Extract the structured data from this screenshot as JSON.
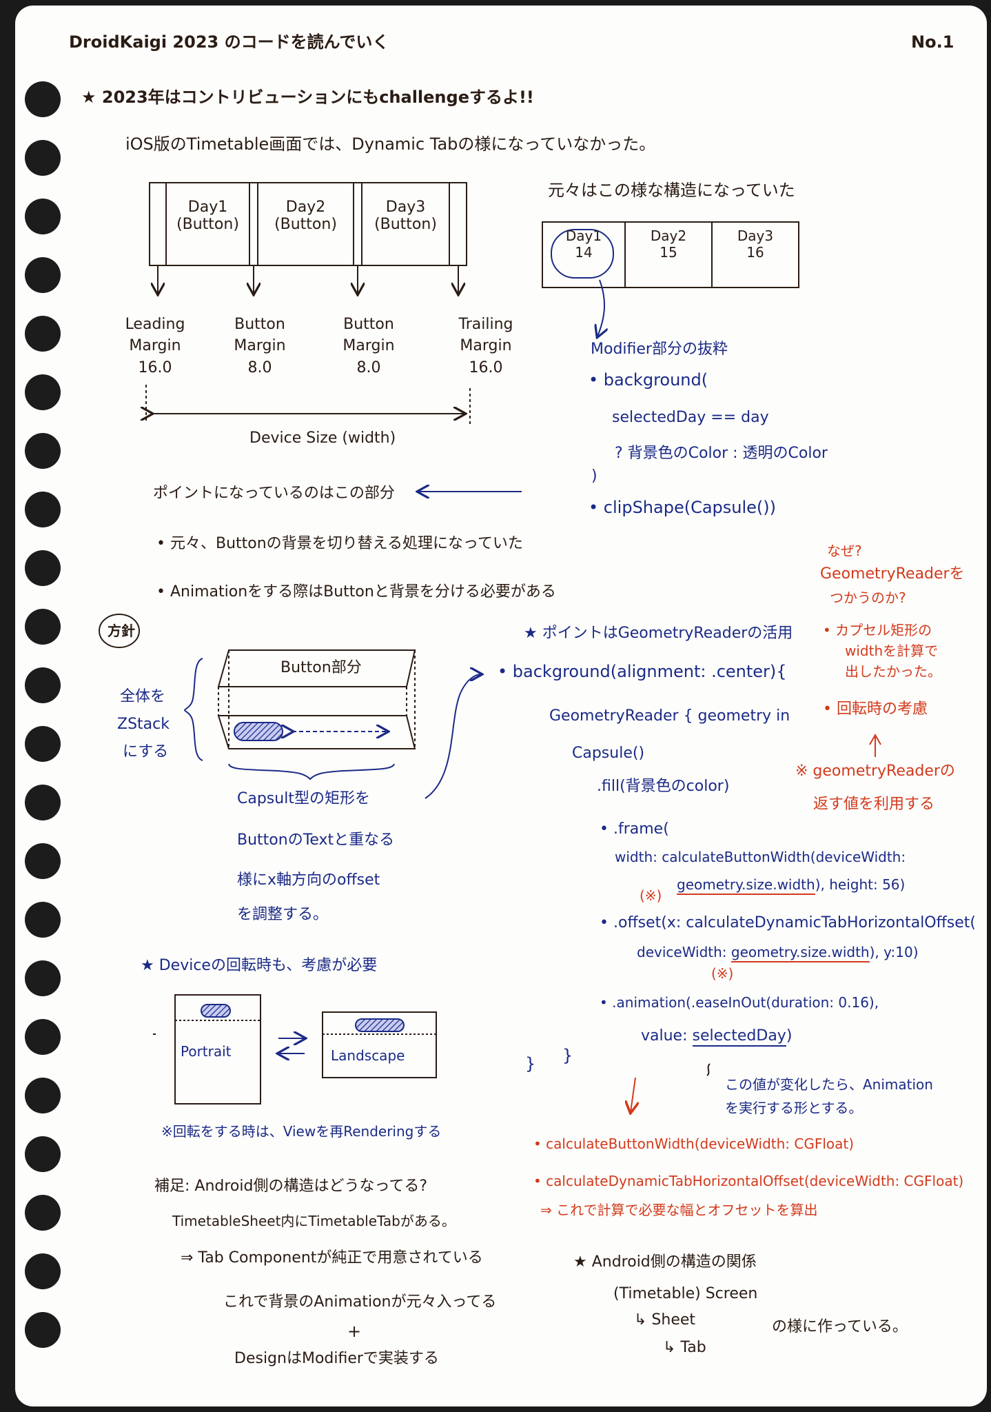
{
  "header": {
    "title": "DroidKaigi 2023 のコードを読んでいく",
    "page_no": "No.1"
  },
  "intro": {
    "headline": "2023年はコントリビューションにもchallengeするよ!!",
    "line": "iOS版のTimetable画面では、Dynamic Tabの様になっていなかった。"
  },
  "tab_diagram": {
    "cells": [
      {
        "day": "Day1",
        "type": "(Button)"
      },
      {
        "day": "Day2",
        "type": "(Button)"
      },
      {
        "day": "Day3",
        "type": "(Button)"
      }
    ],
    "margins": [
      {
        "l1": "Leading",
        "l2": "Margin",
        "v": "16.0"
      },
      {
        "l1": "Button",
        "l2": "Margin",
        "v": "8.0"
      },
      {
        "l1": "Button",
        "l2": "Margin",
        "v": "8.0"
      },
      {
        "l1": "Trailing",
        "l2": "Margin",
        "v": "16.0"
      }
    ],
    "device_size": "Device Size (width)"
  },
  "original": {
    "caption": "元々はこの様な構造になっていた",
    "cells": [
      {
        "day": "Day1",
        "num": "14"
      },
      {
        "day": "Day2",
        "num": "15"
      },
      {
        "day": "Day3",
        "num": "16"
      }
    ],
    "modifier_title": "Modifier部分の抜粋",
    "lines": [
      "background(",
      "selectedDay == day",
      "? 背景色のColor : 透明のColor",
      ")",
      "clipShape(Capsule())"
    ]
  },
  "point_section": {
    "heading": "ポイントになっているのはこの部分",
    "bullets": [
      "元々、Buttonの背景を切り替える処理になっていた",
      "Animationをする際はButtonと背景を分ける必要がある"
    ]
  },
  "why": {
    "q1": "なぜ?",
    "q2": "GeometryReaderを",
    "q3": "つかうのか?",
    "r1a": "カプセル矩形の",
    "r1b": "widthを計算で",
    "r1c": "出したかった。",
    "r2": "回転時の考慮",
    "r3a": "※ geometryReaderの",
    "r3b": "返す値を利用する"
  },
  "policy": {
    "badge": "方針",
    "left1": "全体を",
    "left2": "ZStack",
    "left3": "にする",
    "button_part": "Button部分",
    "desc": [
      "Capsult型の矩形を",
      "ButtonのTextと重なる",
      "様にx軸方向のoffset",
      "を調整する。"
    ]
  },
  "code": {
    "heading": "ポイントはGeometryReaderの活用",
    "l1": "background(alignment: .center){",
    "l2": "GeometryReader { geometry in",
    "l3": "Capsule()",
    "l4": ".fill(背景色のcolor)",
    "l5": ".frame(",
    "l6a": "width: calculateButtonWidth(deviceWidth:",
    "l6mark": "(※)",
    "l6b": "geometry.size.width",
    "l6c": "), height: 56)",
    "l7a": ".offset(x: calculateDynamicTabHorizontalOffset(",
    "l7b": "deviceWidth:",
    "l7u": "geometry.size.width",
    "l7c": "), y:10)",
    "l7mark": "(※)",
    "l8a": ".animation(.easeInOut(duration: 0.16),",
    "l8b": "value:",
    "l8u": "selectedDay",
    "l8c": ")",
    "close1": "}",
    "close2": "}",
    "note1": "この値が変化したら、Animation",
    "note2": "を実行する形とする。"
  },
  "functions": {
    "f1": "calculateButtonWidth(deviceWidth: CGFloat)",
    "f2": "calculateDynamicTabHorizontalOffset(deviceWidth: CGFloat)",
    "result": "⇒ これで計算で必要な幅とオフセットを算出"
  },
  "rotation": {
    "heading": "Deviceの回転時も、考慮が必要",
    "portrait": "Portrait",
    "landscape": "Landscape",
    "note": "※回転をする時は、Viewを再Renderingする"
  },
  "supplement": {
    "line1": "補足: Android側の構造はどうなってる?",
    "line2": "TimetableSheet内にTimetableTabがある。",
    "line3": "⇒ Tab Componentが純正で用意されている",
    "line4": "これで背景のAnimationが元々入ってる",
    "plus": "+",
    "line5": "DesignはModifierで実装する"
  },
  "android": {
    "heading": "Android側の構造の関係",
    "l1": "(Timetable) Screen",
    "l2": "↳ Sheet",
    "l3": "↳ Tab",
    "suffix": "の様に作っている。"
  },
  "colors": {
    "ink": "#2a1c14",
    "navy": "#1b2a86",
    "red": "#d23a1c",
    "paper": "#fdfdfb"
  }
}
